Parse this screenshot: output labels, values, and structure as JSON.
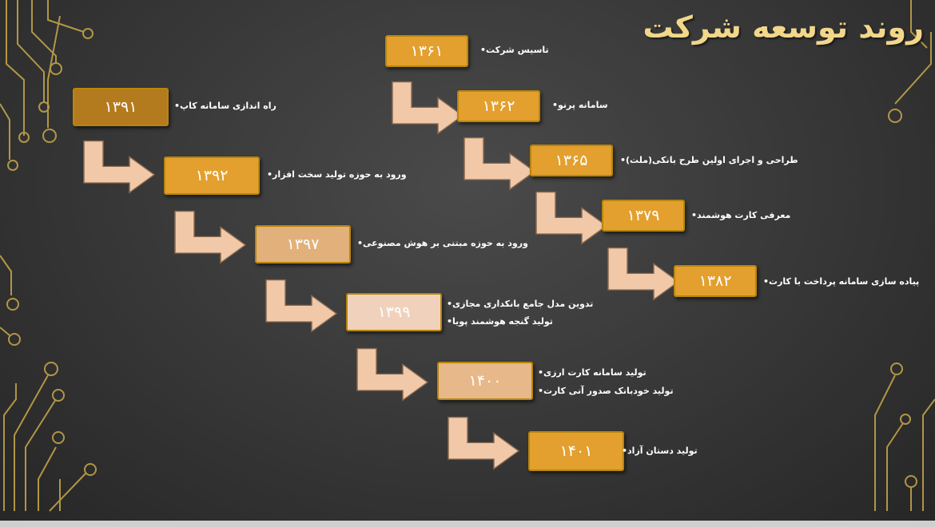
{
  "title": "روند توسعه شرکت",
  "bullet": "•",
  "colors": {
    "title": "#f2d78a",
    "circuit": "#c9a94a",
    "arrow": "#f2c9a8"
  },
  "milestones": [
    {
      "year": "۱۳۶۱",
      "items": [
        "تاسیس شرکت"
      ],
      "color": "#e3a02e"
    },
    {
      "year": "۱۳۶۲",
      "items": [
        "سامانه پرنو"
      ],
      "color": "#e3a02e"
    },
    {
      "year": "۱۳۶۵",
      "items": [
        "طراحی و اجرای اولین طرح بانکی(ملت)"
      ],
      "color": "#e3a02e"
    },
    {
      "year": "۱۳۷۹",
      "items": [
        "معرفی کارت هوشمند"
      ],
      "color": "#e3a02e"
    },
    {
      "year": "۱۳۸۲",
      "items": [
        "پیاده سازی سامانه پرداخت با کارت"
      ],
      "color": "#e3a02e"
    },
    {
      "year": "۱۳۹۱",
      "items": [
        "راه اندازی سامانه کاپ"
      ],
      "color": "#b47a1e"
    },
    {
      "year": "۱۳۹۲",
      "items": [
        "ورود به حوزه تولید سخت افزار"
      ],
      "color": "#e3a02e"
    },
    {
      "year": "۱۳۹۷",
      "items": [
        "ورود به حوزه مبتنی بر هوش مصنوعی"
      ],
      "color": "#e2b07a"
    },
    {
      "year": "۱۳۹۹",
      "items": [
        "تدوین مدل جامع بانکداری مجازی",
        "تولید گنجه هوشمند پویا"
      ],
      "color": "#f0d2bc"
    },
    {
      "year": "۱۴۰۰",
      "items": [
        "تولید سامانه کارت ارزی",
        "تولید خودبانک صدور آنی کارت"
      ],
      "color": "#e7b889"
    },
    {
      "year": "۱۴۰۱",
      "items": [
        "تولید دستان آزاد"
      ],
      "color": "#e3a02e"
    }
  ]
}
